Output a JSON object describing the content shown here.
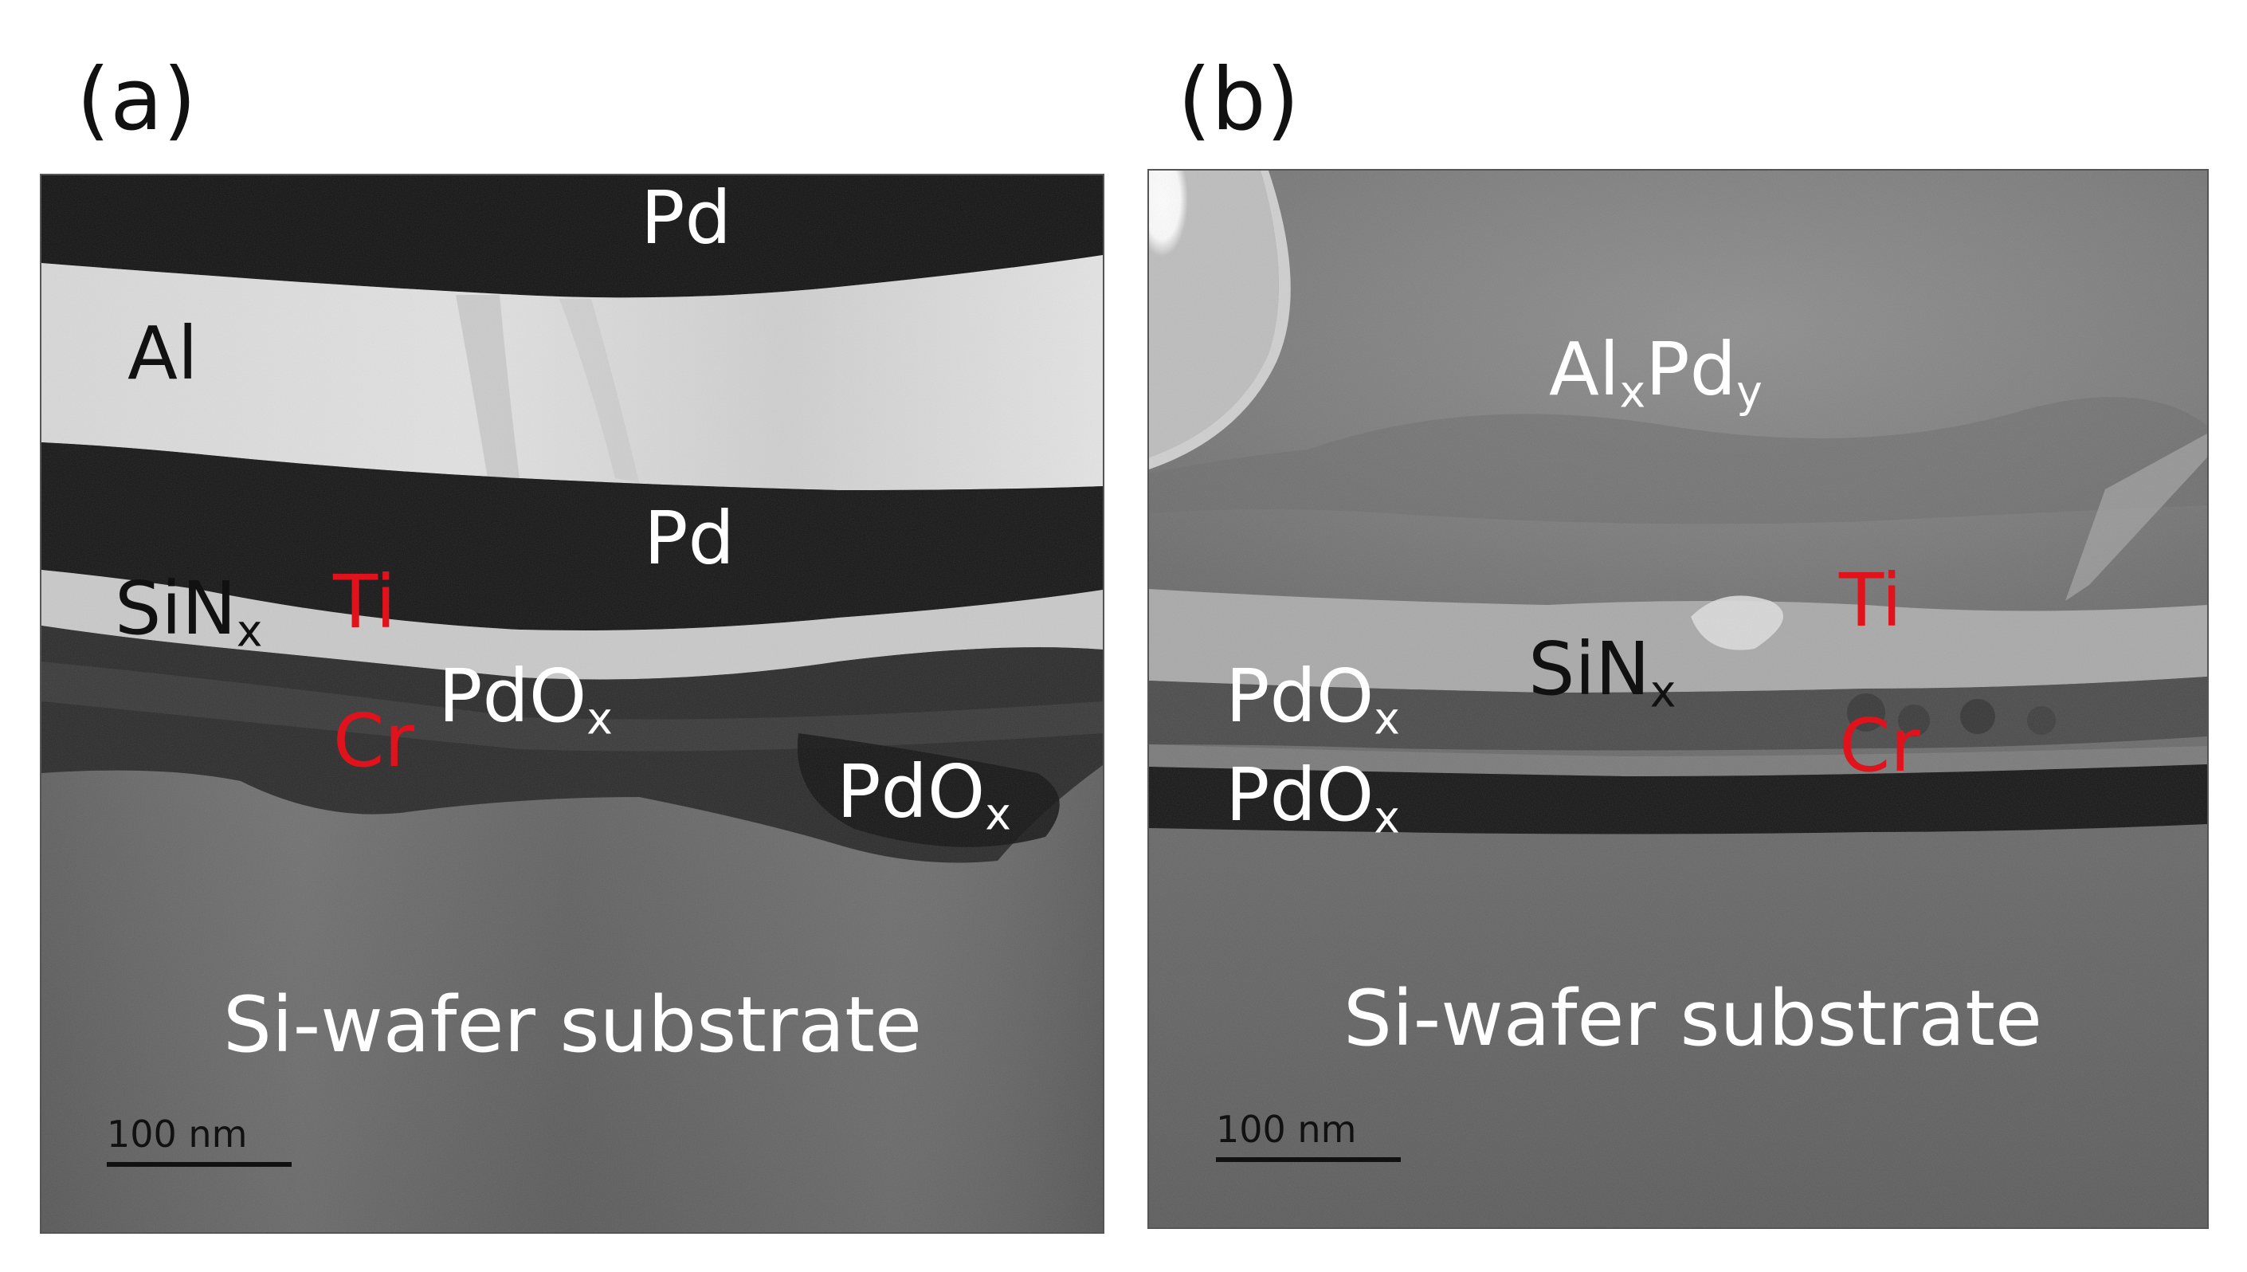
{
  "panels": [
    {
      "tag": "(a)",
      "labels": {
        "pd_top": "Pd",
        "al": "Al",
        "pd_mid": "Pd",
        "sin_main": "SiN",
        "sin_sub": "x",
        "ti": "Ti",
        "pdo1_main": "PdO",
        "pdo1_sub": "x",
        "cr": "Cr",
        "pdo2_main": "PdO",
        "pdo2_sub": "x",
        "substrate": "Si-wafer substrate"
      },
      "scale_bar": "100 nm"
    },
    {
      "tag": "(b)",
      "labels": {
        "alpd_al": "Al",
        "alpd_x": "x",
        "alpd_pd": "Pd",
        "alpd_y": "y",
        "ti": "Ti",
        "sin_main": "SiN",
        "sin_sub": "x",
        "pdo1_main": "PdO",
        "pdo1_sub": "x",
        "cr": "Cr",
        "pdo2_main": "PdO",
        "pdo2_sub": "x",
        "substrate": "Si-wafer substrate"
      },
      "scale_bar": "100 nm"
    }
  ],
  "colors": {
    "label_white": "#ffffff",
    "label_black": "#111111",
    "label_red": "#e0121b"
  }
}
